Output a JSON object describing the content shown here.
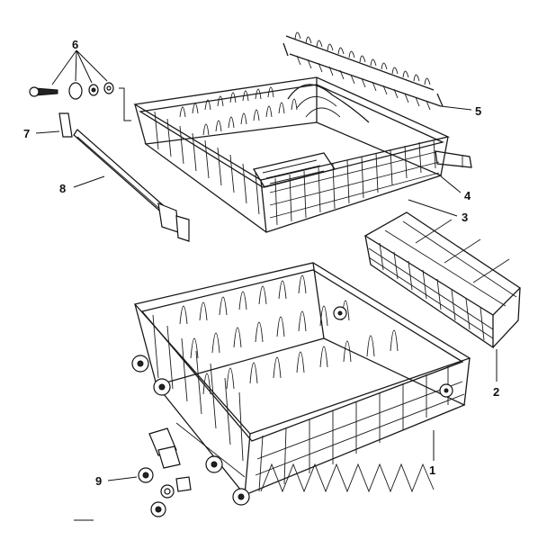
{
  "labels": {
    "p1": "1",
    "p2": "2",
    "p3": "3",
    "p4": "4",
    "p5": "5",
    "p6": "6",
    "p7": "7",
    "p8": "8",
    "p9": "9"
  }
}
